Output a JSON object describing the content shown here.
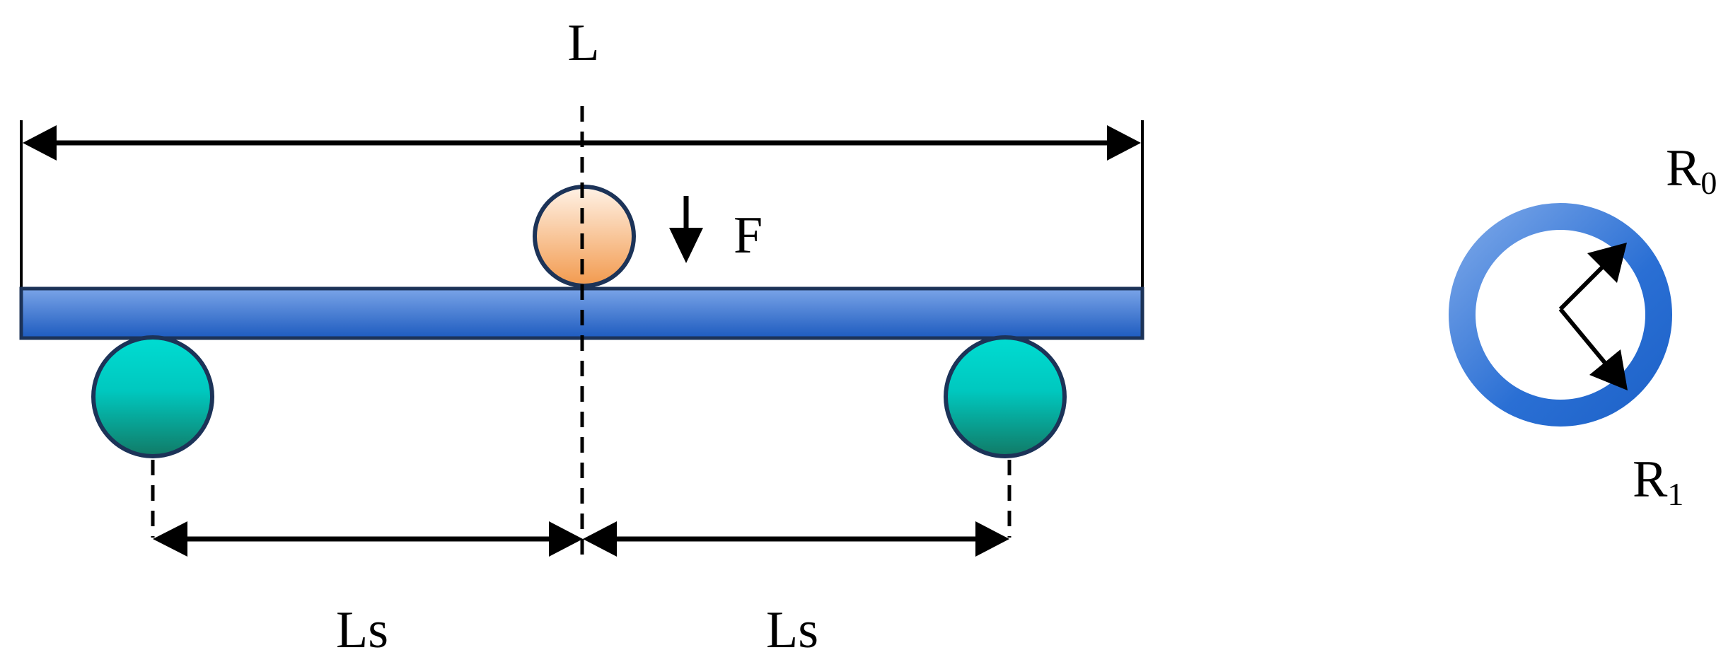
{
  "labels": {
    "length": "L",
    "force": "F",
    "span_left": "Ls",
    "span_right": "Ls",
    "outer_radius": {
      "main": "R",
      "sub": "0"
    },
    "inner_radius": {
      "main": "R",
      "sub": "1"
    }
  },
  "colors": {
    "stroke": "#000000",
    "outline": "#1c3358",
    "beam_light": "#7aa4e8",
    "beam_dark": "#1d5bbf",
    "support_top": "#00dcd2",
    "support_bottom": "#117a66",
    "loader_light": "#fff2e6",
    "loader_dark": "#f29a4e",
    "ring_light": "#7aa6e8",
    "ring_dark": "#1e63c9"
  },
  "icons": {
    "force_arrow": "arrow-down-icon",
    "radius_arrows": "arrow-icon"
  }
}
